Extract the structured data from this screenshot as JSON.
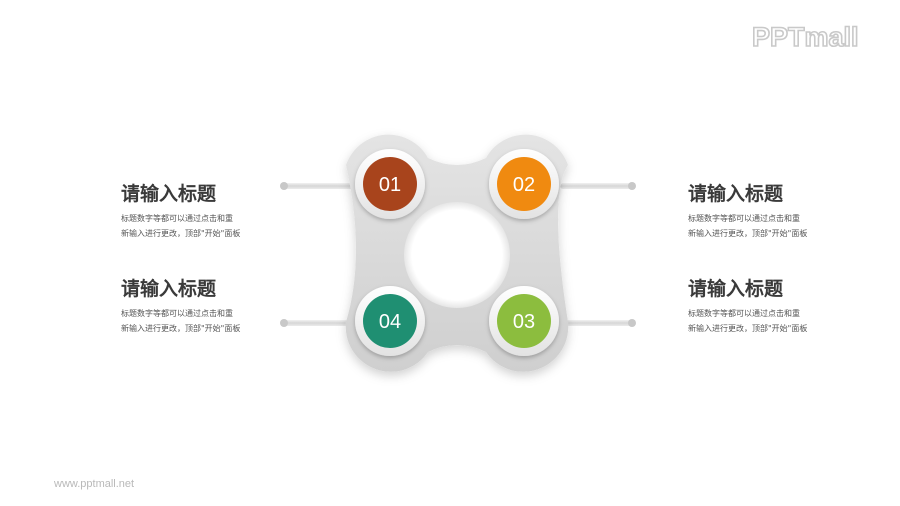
{
  "logo": {
    "text": "PPTmall"
  },
  "footer": {
    "url": "www.pptmall.net"
  },
  "colors": {
    "step_01": "#a8441c",
    "step_02": "#f08a10",
    "step_03": "#8cbd3e",
    "step_04": "#1f8f72",
    "shape": "#d8d8d8",
    "title_text": "#3a3a3a"
  },
  "steps": [
    {
      "number": "01",
      "title": "请输入标题",
      "desc_line1": "标题数字等都可以通过点击和重",
      "desc_line2": "新输入进行更改，顶部\"开始\"面板"
    },
    {
      "number": "02",
      "title": "请输入标题",
      "desc_line1": "标题数字等都可以通过点击和重",
      "desc_line2": "新输入进行更改，顶部\"开始\"面板"
    },
    {
      "number": "03",
      "title": "请输入标题",
      "desc_line1": "标题数字等都可以通过点击和重",
      "desc_line2": "新输入进行更改，顶部\"开始\"面板"
    },
    {
      "number": "04",
      "title": "请输入标题",
      "desc_line1": "标题数字等都可以通过点击和重",
      "desc_line2": "新输入进行更改，顶部\"开始\"面板"
    }
  ]
}
